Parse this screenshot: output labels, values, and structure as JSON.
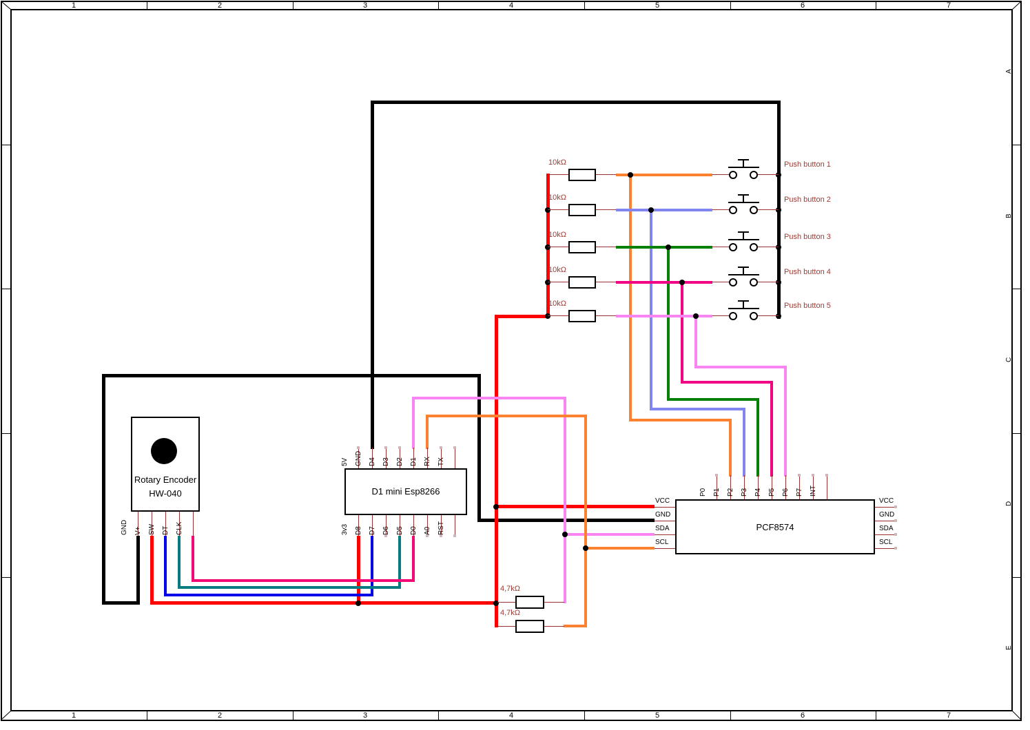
{
  "frame": {
    "columns": [
      "1",
      "2",
      "3",
      "4",
      "5",
      "6",
      "7"
    ],
    "rows": [
      "A",
      "B",
      "C",
      "D",
      "E"
    ]
  },
  "components": {
    "rotary_encoder": {
      "title": "Rotary Encoder",
      "subtitle": "HW-040",
      "pins": [
        "GND",
        "V+",
        "SW",
        "DT",
        "CLK"
      ]
    },
    "d1_mini": {
      "title": "D1 mini Esp8266",
      "top_pins": [
        "5V",
        "GND",
        "D4",
        "D3",
        "D2",
        "D1",
        "RX",
        "TX"
      ],
      "bottom_pins": [
        "3v3",
        "D8",
        "D7",
        "D6",
        "D5",
        "D0",
        "A0",
        "RST"
      ]
    },
    "pcf8574": {
      "title": "PCF8574",
      "top_pins": [
        "P0",
        "P1",
        "P2",
        "P3",
        "P4",
        "P5",
        "P6",
        "P7",
        "INT"
      ],
      "left_pins": [
        "VCC",
        "GND",
        "SDA",
        "SCL"
      ],
      "right_pins": [
        "VCC",
        "GND",
        "SDA",
        "SCL"
      ]
    }
  },
  "pullups": {
    "rows": [
      {
        "value": "10kΩ",
        "button": "Push button 1"
      },
      {
        "value": "10kΩ",
        "button": "Push button 2"
      },
      {
        "value": "10kΩ",
        "button": "Push button 3"
      },
      {
        "value": "10kΩ",
        "button": "Push button 4"
      },
      {
        "value": "10kΩ",
        "button": "Push button 5"
      }
    ]
  },
  "i2c_pullups": [
    {
      "value": "4,7kΩ"
    },
    {
      "value": "4,7kΩ"
    }
  ],
  "colors": {
    "net_thin": "#9d3030",
    "label_red": "#a03a33",
    "power_red": "#ff0000",
    "ground_black": "#000000",
    "sw_blue": "#0202e8",
    "dt_teal": "#047c80",
    "clk_pink": "#f30a74",
    "btn1_scl_orange": "#f9812f",
    "btn2_periwinkle": "#8085f0",
    "btn3_green": "#048004",
    "btn4_pink": "#f00384",
    "btn5_sda_violet": "#f985f3"
  }
}
